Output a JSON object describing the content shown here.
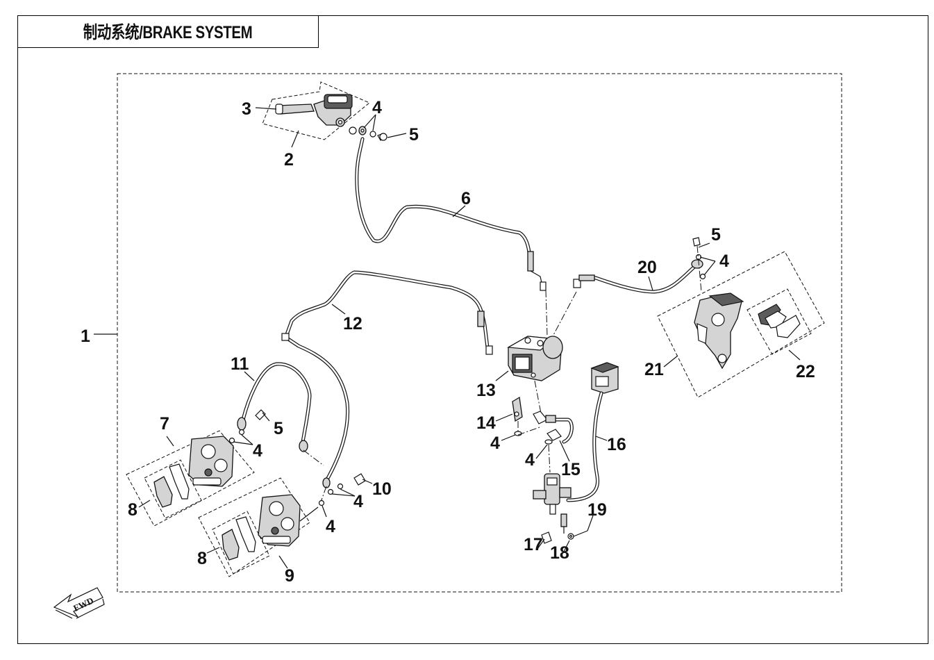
{
  "title": "制动系统/BRAKE SYSTEM",
  "fwd_label": "FWD",
  "callouts": {
    "c1": "1",
    "c2": "2",
    "c3": "3",
    "c4a": "4",
    "c5a": "5",
    "c6": "6",
    "c7": "7",
    "c8a": "8",
    "c8b": "8",
    "c9": "9",
    "c10": "10",
    "c11": "11",
    "c12": "12",
    "c13": "13",
    "c14": "14",
    "c15": "15",
    "c16": "16",
    "c17": "17",
    "c18": "18",
    "c19": "19",
    "c20": "20",
    "c21": "21",
    "c22": "22",
    "c4b": "4",
    "c4c": "4",
    "c4d": "4",
    "c4e": "4",
    "c4f": "4",
    "c4g": "4",
    "c5b": "5",
    "c5c": "5"
  }
}
